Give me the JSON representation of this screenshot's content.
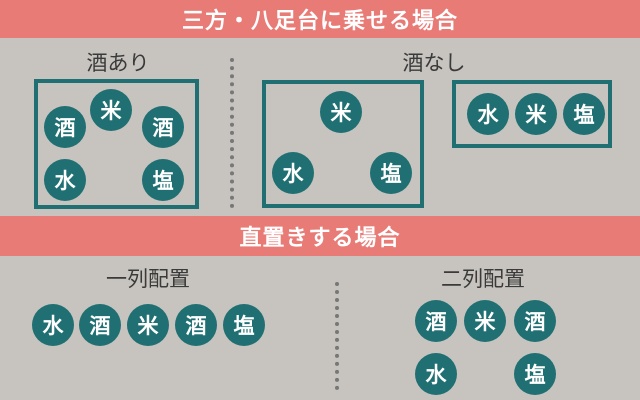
{
  "banners": {
    "top": "三方・八足台に乗せる場合",
    "bottom": "直置きする場合"
  },
  "sections": {
    "with_sake": "酒あり",
    "without_sake": "酒なし",
    "single_row": "一列配置",
    "double_row": "二列配置"
  },
  "items": {
    "rice": "米",
    "sake": "酒",
    "water": "水",
    "salt": "塩"
  },
  "colors": {
    "banner": "#e87b76",
    "circle": "#1f6f73",
    "background": "#c7c4bf"
  }
}
